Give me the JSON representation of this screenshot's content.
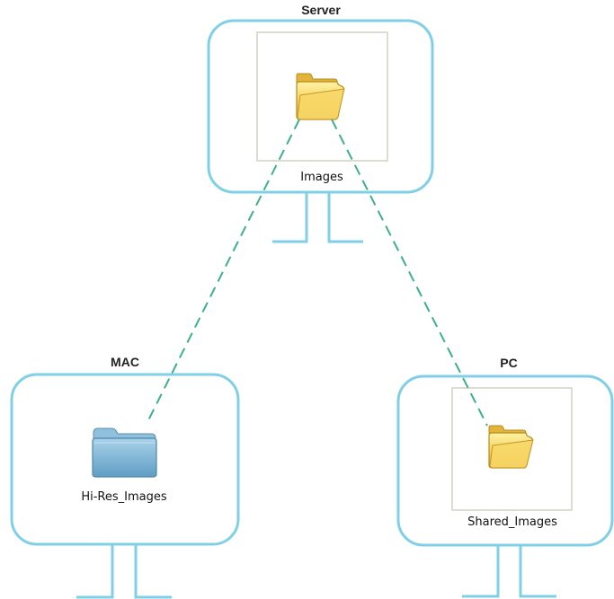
{
  "colors": {
    "monitor_outline": "#7fd0e6",
    "connection_line": "#3fae8c",
    "window_frame": "#d4d1c4",
    "xp_folder": "#f2c84b",
    "mac_folder": "#7fb3d1"
  },
  "machines": [
    {
      "title": "Server",
      "window": true,
      "folder": {
        "label": "Images",
        "style": "xp-folder-icon"
      }
    },
    {
      "title": "MAC",
      "window": false,
      "folder": {
        "label": "Hi-Res_Images",
        "style": "mac-folder-icon"
      }
    },
    {
      "title": "PC",
      "window": true,
      "folder": {
        "label": "Shared_Images",
        "style": "xp-folder-icon"
      }
    }
  ],
  "connections": [
    {
      "from": "Server",
      "to": "MAC",
      "style": "dashed"
    },
    {
      "from": "Server",
      "to": "PC",
      "style": "dashed"
    }
  ]
}
